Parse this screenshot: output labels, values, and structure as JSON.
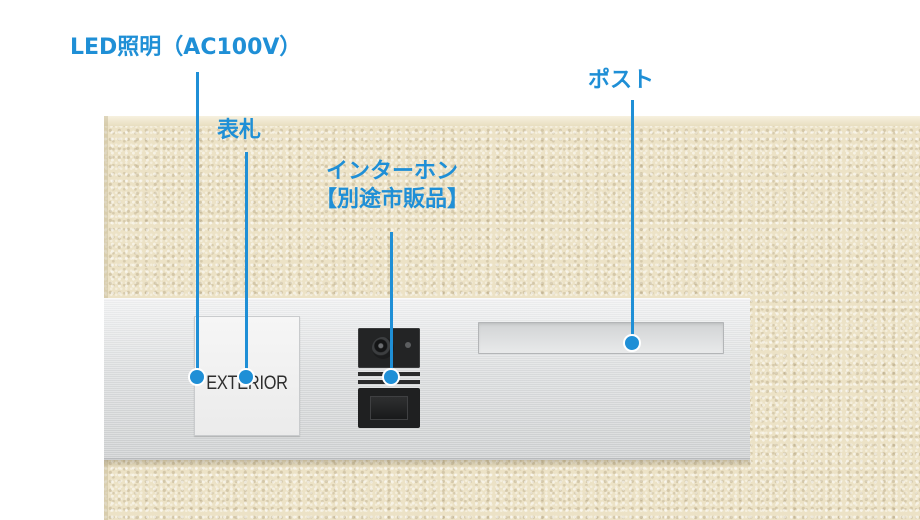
{
  "callouts": {
    "led_light": "LED照明（AC100V）",
    "nameplate": "表札",
    "intercom_line1": "インターホン",
    "intercom_line2": "【別途市販品】",
    "mailbox": "ポスト"
  },
  "product": {
    "nameplate_text": "EXTERIOR"
  },
  "colors": {
    "callout_blue": "#1f8fd6",
    "wall_beige": "#ece2c6",
    "band_silver": "#dcdedf",
    "intercom_black": "#232425"
  },
  "icons": {
    "callout_marker": "filled-circle",
    "intercom_camera": "camera-lens"
  }
}
